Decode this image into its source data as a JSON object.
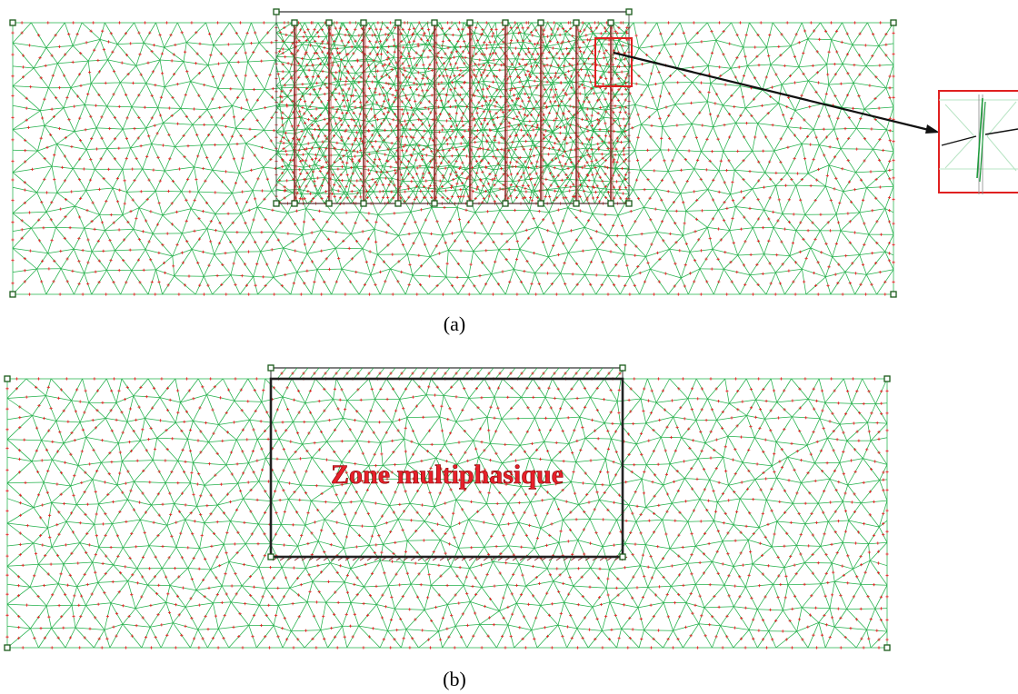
{
  "captions": {
    "a": "(a)",
    "b": "(b)"
  },
  "zone_label": "Zone multiphasique",
  "colors": {
    "mesh_edge": "#22b04a",
    "mesh_node": "#e02020",
    "frame": "#111111",
    "node_box": "#1a5a1a",
    "inset_frame": "#e02020",
    "zone_text": "#e8202a"
  }
}
